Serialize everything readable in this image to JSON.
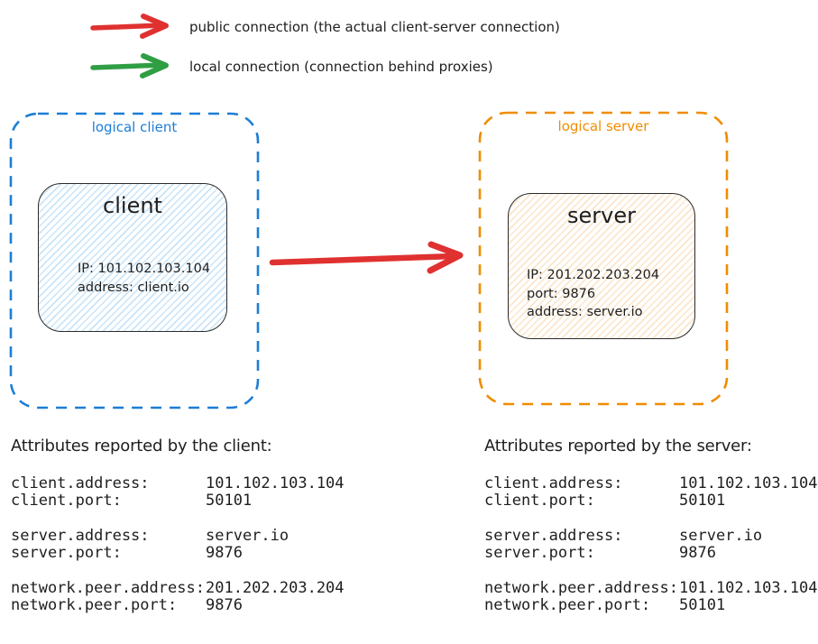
{
  "legend": {
    "items": [
      {
        "icon": "arrow-right",
        "color": "#e03131",
        "label": "public connection (the actual client-server connection)"
      },
      {
        "icon": "arrow-right",
        "color": "#2f9e44",
        "label": "local connection (connection behind proxies)"
      }
    ]
  },
  "diagram": {
    "logical_client": {
      "label": "logical client",
      "color": "#1c7ed6",
      "node": {
        "title": "client",
        "details": [
          "IP: 101.102.103.104",
          "address: client.io"
        ]
      }
    },
    "logical_server": {
      "label": "logical server",
      "color": "#f08c00",
      "node": {
        "title": "server",
        "details": [
          "IP: 201.202.203.204",
          "port: 9876",
          "address: server.io"
        ]
      }
    },
    "connection_arrow": {
      "color": "#e03131"
    }
  },
  "attributes_panels": [
    {
      "heading": "Attributes reported by the client:",
      "groups": [
        {
          "rows": [
            {
              "key": "client.address:",
              "value": "101.102.103.104"
            },
            {
              "key": "client.port:",
              "value": "50101"
            }
          ]
        },
        {
          "rows": [
            {
              "key": "server.address:",
              "value": "server.io"
            },
            {
              "key": "server.port:",
              "value": "9876"
            }
          ]
        },
        {
          "rows": [
            {
              "key": "network.peer.address:",
              "value": "201.202.203.204"
            },
            {
              "key": "network.peer.port:",
              "value": "9876"
            }
          ]
        }
      ]
    },
    {
      "heading": "Attributes reported by the server:",
      "groups": [
        {
          "rows": [
            {
              "key": "client.address:",
              "value": "101.102.103.104"
            },
            {
              "key": "client.port:",
              "value": "50101"
            }
          ]
        },
        {
          "rows": [
            {
              "key": "server.address:",
              "value": "server.io"
            },
            {
              "key": "server.port:",
              "value": "9876"
            }
          ]
        },
        {
          "rows": [
            {
              "key": "network.peer.address:",
              "value": "101.102.103.104"
            },
            {
              "key": "network.peer.port:",
              "value": "50101"
            }
          ]
        }
      ]
    }
  ],
  "colors": {
    "background": "#ffffff",
    "text": "#1e1e1e",
    "node_stroke": "#2b2b2b",
    "client_hatch": "#c9e4f9",
    "server_hatch": "#fbe5c9"
  }
}
